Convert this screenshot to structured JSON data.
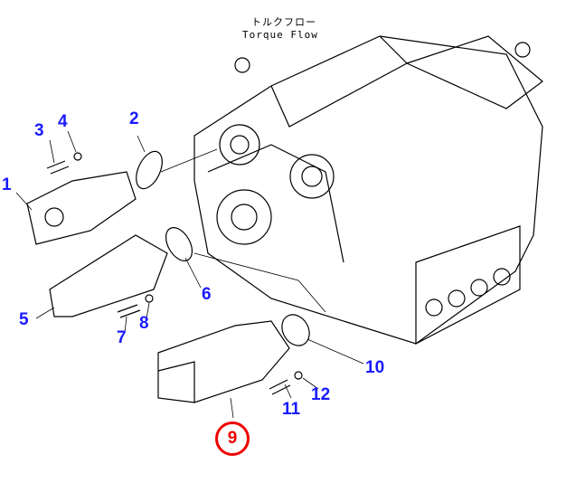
{
  "caption": {
    "jp": "トルクフロー",
    "en": "Torque Flow"
  },
  "callouts": [
    "1",
    "2",
    "3",
    "4",
    "5",
    "6",
    "7",
    "8",
    "9",
    "10",
    "11",
    "12"
  ],
  "selected": "9",
  "colors": {
    "callout": "#1a1aff",
    "selected": "#e00000"
  }
}
